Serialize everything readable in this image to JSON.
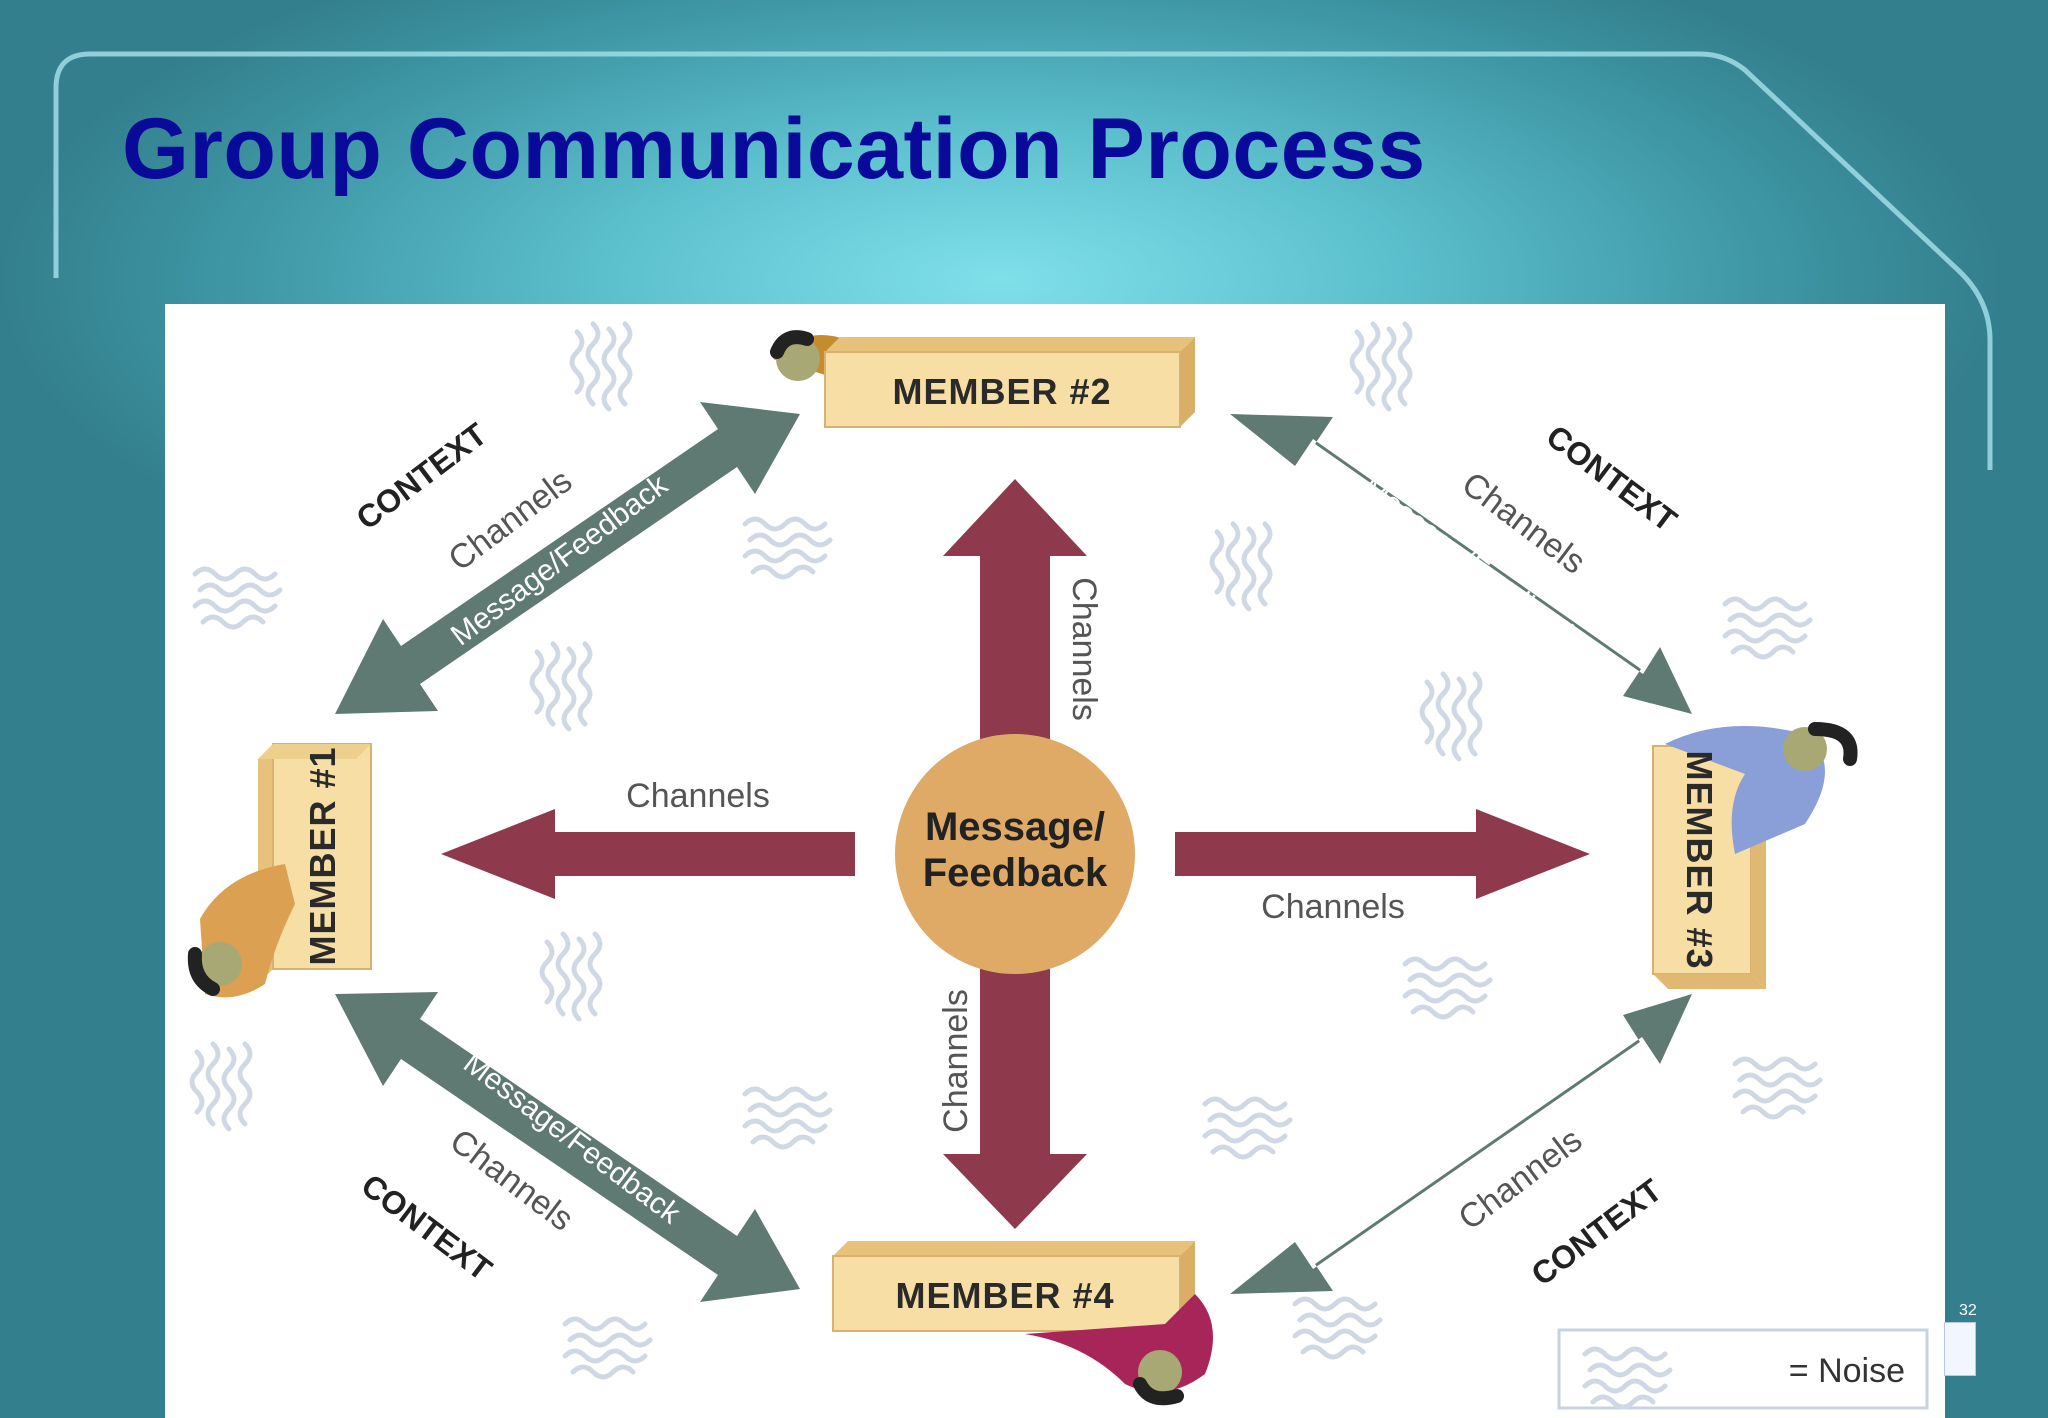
{
  "title": "Group Communication Process",
  "colors": {
    "title": "#0a0a9a",
    "arrow_green": "#5f7a73",
    "arrow_red": "#8f3a4c",
    "center_circle": "#deaa66",
    "block_fill": "#f6dea4",
    "noise": "#cfd8e4"
  },
  "diagram": {
    "members": [
      "MEMBER #1",
      "MEMBER #2",
      "MEMBER #3",
      "MEMBER #4"
    ],
    "center_line1": "Message/",
    "center_line2": "Feedback",
    "context_label": "CONTEXT",
    "channels_label": "Channels",
    "message_feedback_label": "Message/Feedback",
    "legend_label": "= Noise"
  },
  "slide_number": "32",
  "icons": [
    "noise-icon",
    "person-icon",
    "logo-icon"
  ]
}
